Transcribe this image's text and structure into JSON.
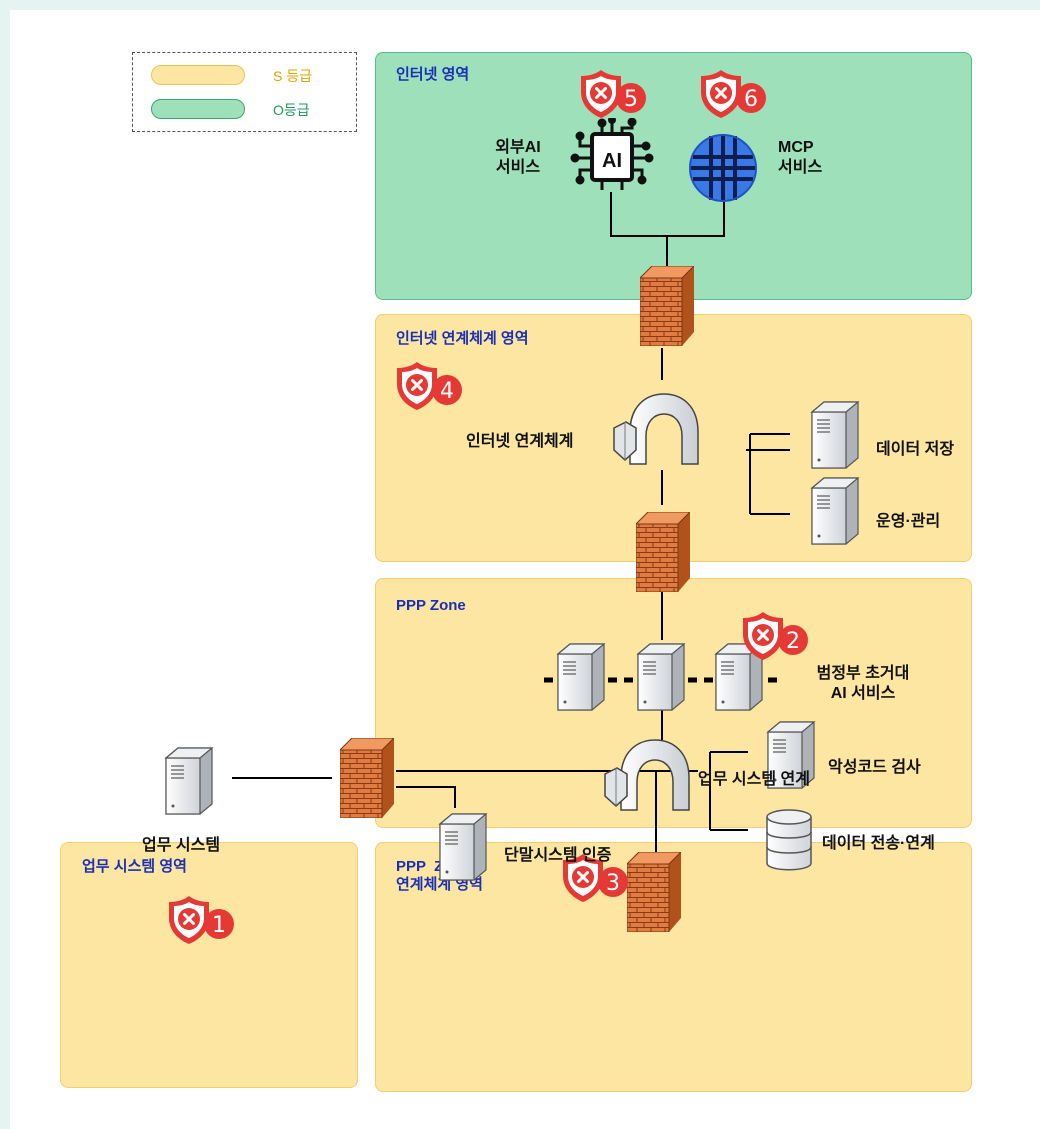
{
  "legend": {
    "s_label": "S 등급",
    "o_label": "O등급",
    "s_color": "#fde6a1",
    "o_color": "#9ee0ba"
  },
  "zones": {
    "internet": {
      "title": "인터넷 영역",
      "grade": "O"
    },
    "internet_link": {
      "title": "인터넷 연계체계 영역",
      "grade": "S"
    },
    "ppp": {
      "title": "PPP Zone",
      "grade": "S"
    },
    "ppp_link": {
      "title": "PPP  Zone\n연계체계 영역",
      "grade": "S"
    },
    "business": {
      "title": "업무 시스템 영역",
      "grade": "S"
    }
  },
  "nodes": {
    "external_ai": "외부AI\n서비스",
    "mcp": "MCP\n서비스",
    "internet_gateway": "인터넷 연계체계",
    "data_storage": "데이터 저장",
    "ops_mgmt": "운영·관리",
    "pan_gov_ai": "범정부 초거대\nAI 서비스",
    "business_link": "업무 시스템 연계",
    "malware_scan": "악성코드 검사",
    "data_transfer": "데이터 전송·연계",
    "terminal_auth": "단말시스템 인증",
    "business_system": "업무 시스템"
  },
  "risk_badges": [
    "1",
    "2",
    "3",
    "4",
    "5",
    "6"
  ],
  "icons": [
    "shield-x-icon",
    "ai-chip-icon",
    "globe-icon",
    "firewall-icon",
    "server-icon",
    "gateway-icon",
    "database-icon"
  ],
  "colors": {
    "zone_title": "#1a2fb8",
    "risk_badge": "#e53935",
    "firewall": "#d9733a",
    "globe": "#2f6fe0"
  }
}
